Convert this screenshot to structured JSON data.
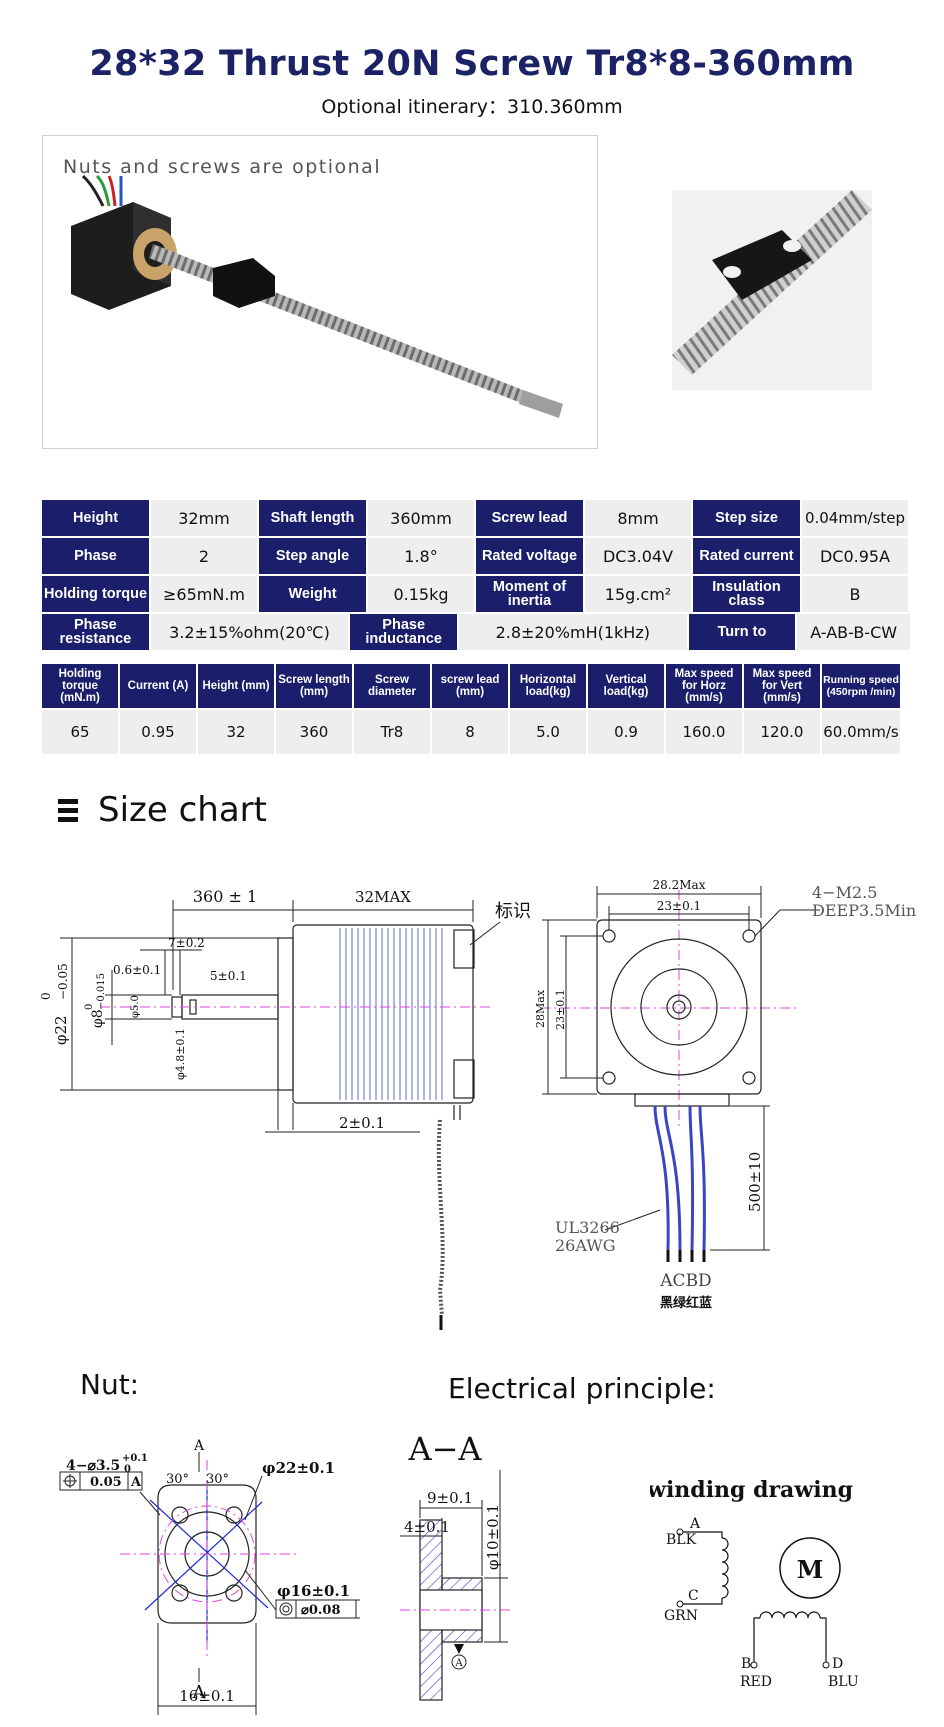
{
  "header": {
    "title": "28*32 Thrust 20N Screw Tr8*8-360mm",
    "subtitle": "Optional itinerary：310.360mm"
  },
  "photo": {
    "caption": "Nuts and screws are optional"
  },
  "spec_table": {
    "rows": [
      [
        {
          "label": "Height",
          "value": "32mm"
        },
        {
          "label": "Shaft length",
          "value": "360mm"
        },
        {
          "label": "Screw lead",
          "value": "8mm"
        },
        {
          "label": "Step size",
          "value": "0.04mm/step"
        }
      ],
      [
        {
          "label": "Phase",
          "value": "2"
        },
        {
          "label": "Step angle",
          "value": "1.8°"
        },
        {
          "label": "Rated voltage",
          "value": "DC3.04V"
        },
        {
          "label": "Rated current",
          "value": "DC0.95A"
        }
      ],
      [
        {
          "label": "Holding torque",
          "value": "≥65mN.m"
        },
        {
          "label": "Weight",
          "value": "0.15kg"
        },
        {
          "label": "Moment of inertia",
          "value": "15g.cm²"
        },
        {
          "label": "Insulation class",
          "value": "B"
        }
      ],
      [
        {
          "label": "Phase resistance",
          "value": "3.2±15%ohm(20℃)"
        },
        {
          "label": "Phase inductance",
          "value": "2.8±20%mH(1kHz)"
        },
        {
          "label": "Turn to",
          "value": "A-AB-B-CW"
        }
      ]
    ]
  },
  "perf_table": {
    "headers": [
      "Holding torque (mN.m)",
      "Current (A)",
      "Height (mm)",
      "Screw length (mm)",
      "Screw diameter",
      "screw lead (mm)",
      "Horizontal load(kg)",
      "Vertical load(kg)",
      "Max speed for Horz (mm/s)",
      "Max speed for Vert (mm/s)",
      "Running speed (450rpm /min)"
    ],
    "values": [
      "65",
      "0.95",
      "32",
      "360",
      "Tr8",
      "8",
      "5.0",
      "0.9",
      "160.0",
      "120.0",
      "60.0mm/s"
    ]
  },
  "size_chart": {
    "heading": "Size chart",
    "dims": {
      "shaft": "360 ± 1",
      "body": "32MAX",
      "mark": "标识",
      "d7": "7±0.2",
      "d06": "0.6±0.1",
      "d5": "5±0.1",
      "d2": "2±0.1",
      "phi22": "φ22",
      "phi22_tol_top": "0",
      "phi22_tol_bot": "−0.05",
      "phi8": "φ8",
      "phi8_tol_top": "0",
      "phi8_tol_bot": "−0.015",
      "phi5": "φ5.0",
      "phi48": "φ4.8±0.1",
      "w282": "28.2Max",
      "w23": "23±0.1",
      "m25": "4−M2.5",
      "deep": "DEEP3.5Min",
      "h28": "28Max",
      "h23": "23±0.1",
      "lead": "500±10",
      "cable1": "UL3266",
      "cable2": "26AWG",
      "pins": "ACBD",
      "colors": "黑绿红蓝"
    }
  },
  "nut": {
    "heading": "Nut:",
    "holes": "4−⌀3.5",
    "holes_tol_top": "+0.1",
    "holes_tol_bot": "0",
    "pos_tol": "0.05",
    "datum": "A",
    "a30_l": "30°",
    "a30_r": "30°",
    "phi22": "φ22±0.1",
    "phi16": "φ16±0.1",
    "conc_tol": "⌀0.08",
    "w16": "16±0.1",
    "sec_a": "A"
  },
  "section": {
    "title": "A−A",
    "d9": "9±0.1",
    "d4": "4±0.1",
    "d10": "φ10±0.1",
    "datum": "A"
  },
  "electrical": {
    "heading": "Electrical principle:",
    "title": "winding drawing",
    "motor": "M",
    "pins": {
      "a": "A",
      "a_color": "BLK",
      "c": "C",
      "c_color": "GRN",
      "b": "B",
      "b_color": "RED",
      "d": "D",
      "d_color": "BLU"
    }
  }
}
